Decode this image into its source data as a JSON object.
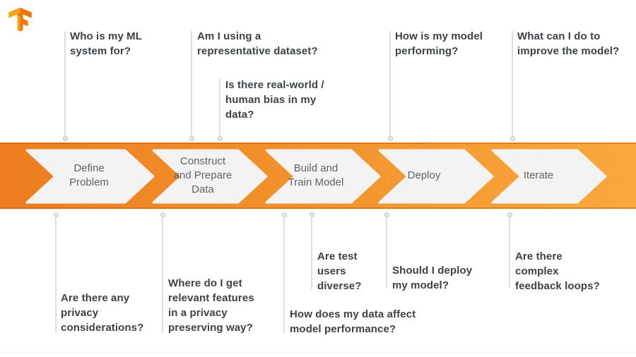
{
  "logo": {
    "name": "TensorFlow"
  },
  "colors": {
    "band_left": "#ee7d20",
    "band_right": "#f9a93e",
    "stage_fill": "#f2f3f2",
    "stage_text": "#5f6368",
    "question_text": "#3d4246",
    "leader_line": "#dcdddd",
    "leader_dot": "#bfc2c4"
  },
  "pipeline": {
    "stages": [
      "Define\nProblem",
      "Construct\nand Prepare\nData",
      "Build and\nTrain Model",
      "Deploy",
      "Iterate"
    ]
  },
  "questions_top": [
    {
      "text": "Who is my ML\nsystem for?"
    },
    {
      "text": "Am I using a\nrepresentative dataset?"
    },
    {
      "text": "Is there real-world /\nhuman bias in my\ndata?"
    },
    {
      "text": "How is my model\nperforming?"
    },
    {
      "text": "What can I do to\nimprove the model?"
    }
  ],
  "questions_bottom": [
    {
      "text": "Are there any\nprivacy\nconsiderations?"
    },
    {
      "text": "Where do I get\nrelevant features\nin a privacy\npreserving way?"
    },
    {
      "text": "How does my data affect\nmodel performance?"
    },
    {
      "text": "Are test\nusers\ndiverse?"
    },
    {
      "text": "Should I deploy\nmy model?"
    },
    {
      "text": "Are there\ncomplex\nfeedback loops?"
    }
  ]
}
